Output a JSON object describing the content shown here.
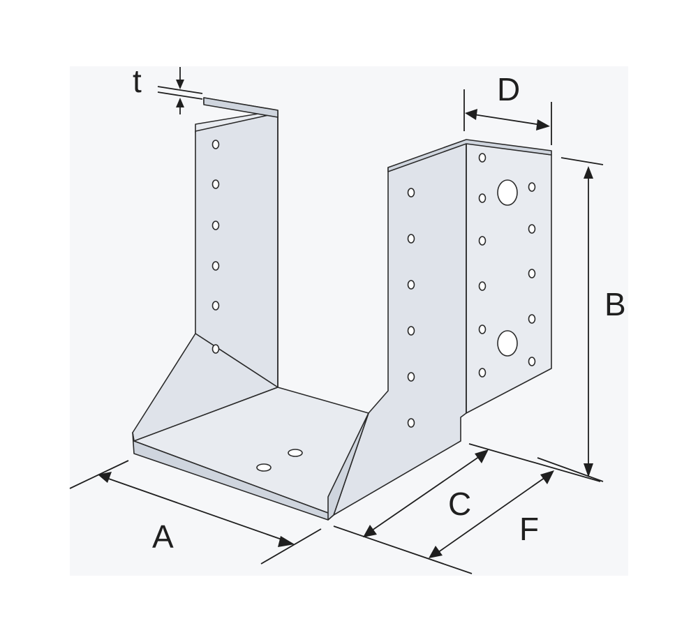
{
  "diagram": {
    "dimension_labels": {
      "t": "t",
      "D": "D",
      "B": "B",
      "A": "A",
      "C": "C",
      "F": "F"
    }
  }
}
